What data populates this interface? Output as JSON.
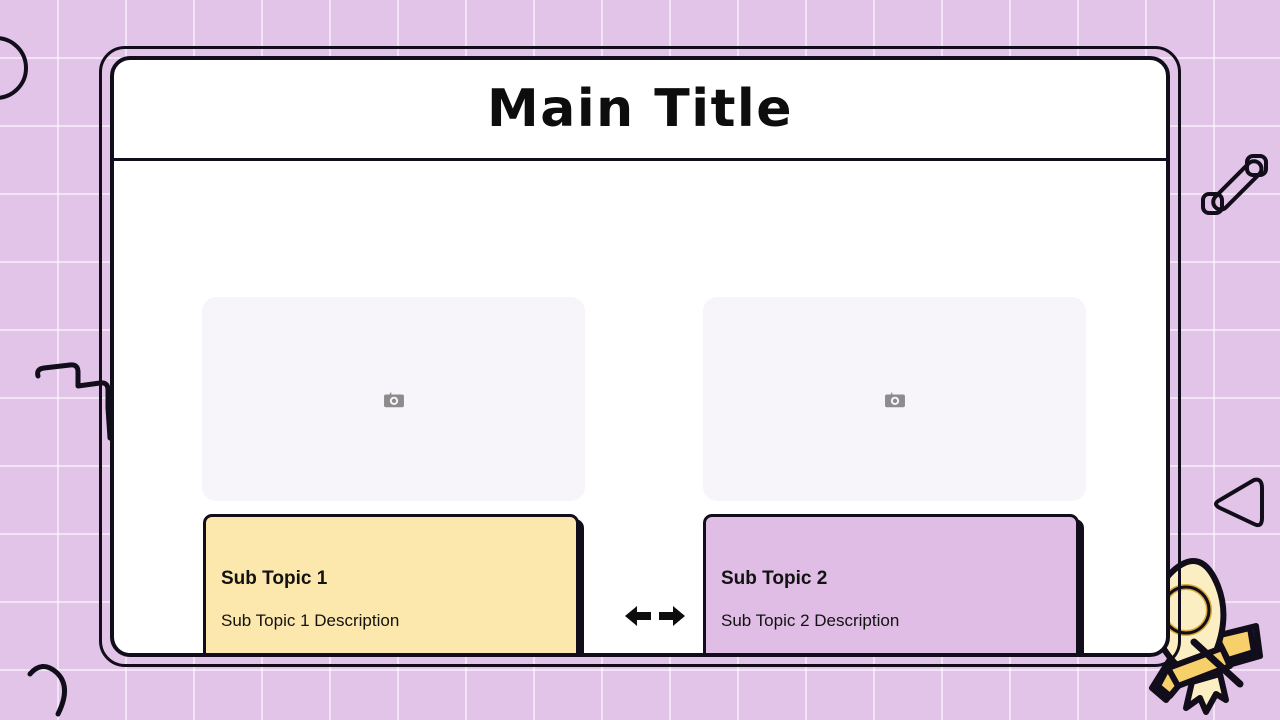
{
  "slide": {
    "title": "Main Title",
    "background_color": "#e3c4e9",
    "grid_line_color": "#ffffff",
    "frame_border_color": "#120d1a",
    "panel_background": "#ffffff"
  },
  "header": {
    "title": "Main Title"
  },
  "columns": [
    {
      "image_placeholder": {
        "icon": "camera-icon",
        "background_color": "#f7f5fa",
        "icon_color": "#8c8c8c"
      },
      "card": {
        "heading": "Sub Topic 1",
        "description": "Sub Topic 1 Description",
        "background_color": "#fce7ad",
        "border_color": "#120d1a",
        "text_color": "#121212"
      }
    },
    {
      "image_placeholder": {
        "icon": "camera-icon",
        "background_color": "#f7f5fa",
        "icon_color": "#8c8c8c"
      },
      "card": {
        "heading": "Sub Topic 2",
        "description": "Sub Topic 2 Description",
        "background_color": "#dfbde4",
        "border_color": "#120d1a",
        "text_color": "#121212"
      }
    }
  ],
  "middle": {
    "icon": "left-right-arrows-icon",
    "color": "#0d0d0d"
  },
  "decorations": [
    {
      "name": "circle-outline-doodle",
      "color": "#120d1a"
    },
    {
      "name": "zigzag-outline-doodle",
      "color": "#120d1a"
    },
    {
      "name": "crescent-outline-doodle",
      "color": "#120d1a"
    },
    {
      "name": "slash-dots-doodle",
      "color": "#120d1a"
    },
    {
      "name": "triangle-outline-doodle",
      "color": "#120d1a"
    },
    {
      "name": "rocket-doodle",
      "body_color": "#fbeec2",
      "accent_color": "#f7cf6b",
      "fin_color": "#2a9fd6",
      "outline_color": "#120d1a"
    }
  ]
}
